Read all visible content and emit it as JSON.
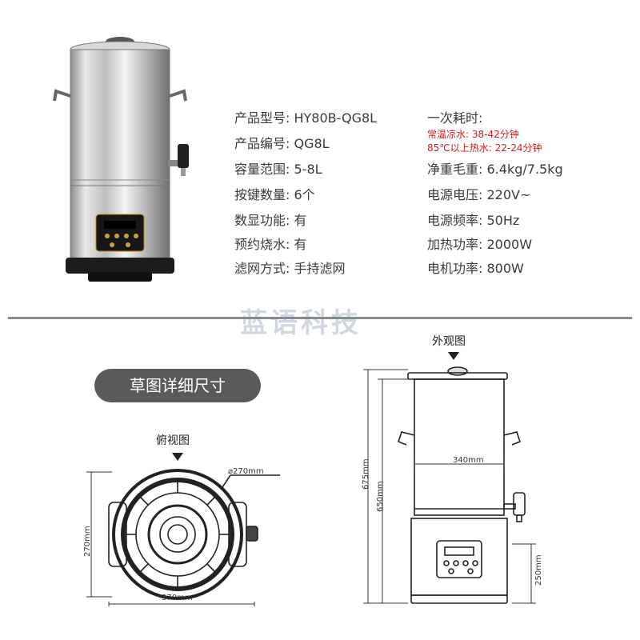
{
  "specs_left": [
    {
      "label": "产品型号:",
      "value": "HY80B-QG8L"
    },
    {
      "label": "产品编号:",
      "value": "QG8L"
    },
    {
      "label": "容量范围:",
      "value": "5-8L"
    },
    {
      "label": "按键数量:",
      "value": "6个"
    },
    {
      "label": "数显功能:",
      "value": "有"
    },
    {
      "label": "预约烧水:",
      "value": "有"
    },
    {
      "label": "滤网方式:",
      "value": "手持滤网"
    }
  ],
  "time_title": "一次耗时:",
  "time_notes": [
    "常温凉水: 38-42分钟",
    "85℃以上热水: 22-24分钟"
  ],
  "specs_right": [
    {
      "label": "净重毛重:",
      "value": "6.4kg/7.5kg"
    },
    {
      "label": "电源电压:",
      "value": "220V~"
    },
    {
      "label": "电源频率:",
      "value": "50Hz"
    },
    {
      "label": "加热功率:",
      "value": "2000W"
    },
    {
      "label": "电机功率:",
      "value": "800W"
    }
  ],
  "watermark": "蓝语科技",
  "section_title": "草图详细尺寸",
  "top_view": {
    "title": "俯视图",
    "dim_diameter": "⌀270mm",
    "dim_height": "270mm",
    "dim_width": "370mm"
  },
  "side_view": {
    "title": "外观图",
    "dim_total_height": "675mm",
    "dim_body_height": "650mm",
    "dim_width": "340mm",
    "dim_base_height": "250mm"
  },
  "colors": {
    "text": "#3a3a3a",
    "red_note": "#d61c1c",
    "pill": "#5a5a5a",
    "divider": "#8a8a8a"
  }
}
